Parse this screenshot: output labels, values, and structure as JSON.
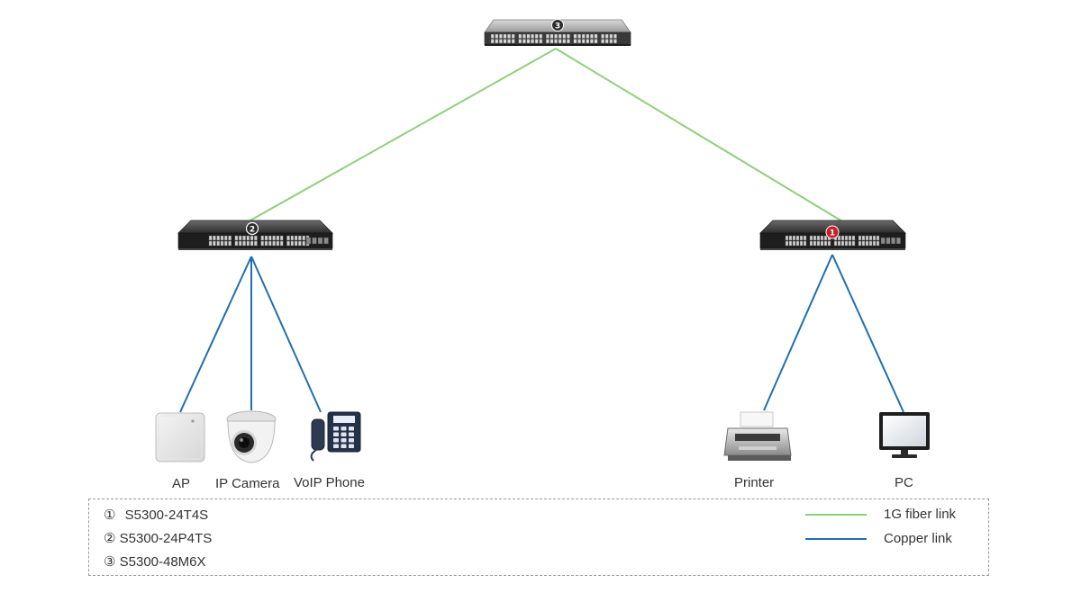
{
  "switches": [
    {
      "badge": "3",
      "model_ref": "legend.models.2"
    },
    {
      "badge": "2",
      "model_ref": "legend.models.1"
    },
    {
      "badge": "1",
      "model_ref": "legend.models.0"
    }
  ],
  "devices": {
    "ap": "AP",
    "ip_camera": "IP Camera",
    "voip_phone": "VoIP Phone",
    "printer": "Printer",
    "pc": "PC"
  },
  "legend": {
    "models": [
      {
        "symbol": "①",
        "name": "S5300-24T4S"
      },
      {
        "symbol": "②",
        "name": "S5300-24P4TS"
      },
      {
        "symbol": "③",
        "name": "S5300-48M6X"
      }
    ],
    "links": [
      {
        "label": "1G fiber link",
        "color": "#8fcf7c"
      },
      {
        "label": "Copper link",
        "color": "#1f6fb0"
      }
    ]
  },
  "colors": {
    "fiber": "#8fcf7c",
    "copper": "#1f6fb0",
    "badge_dark": "#2b2b2b",
    "badge_red": "#c8202a"
  },
  "icons": [
    "switch-icon",
    "access-point-icon",
    "ip-camera-icon",
    "voip-phone-icon",
    "printer-icon",
    "pc-monitor-icon"
  ]
}
